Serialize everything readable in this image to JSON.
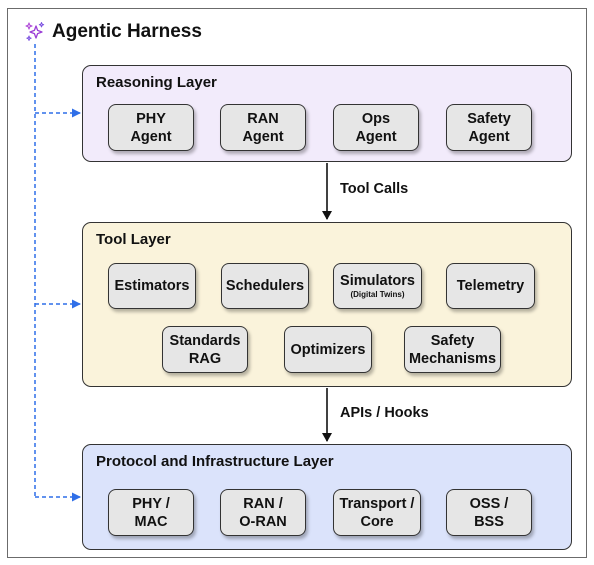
{
  "title": "Agentic Harness",
  "layers": {
    "reasoning": {
      "title": "Reasoning Layer",
      "boxes": [
        {
          "line1": "PHY",
          "line2": "Agent"
        },
        {
          "line1": "RAN",
          "line2": "Agent"
        },
        {
          "line1": "Ops",
          "line2": "Agent"
        },
        {
          "line1": "Safety",
          "line2": "Agent"
        }
      ]
    },
    "tool": {
      "title": "Tool Layer",
      "boxes": [
        {
          "line1": "Estimators"
        },
        {
          "line1": "Schedulers"
        },
        {
          "line1": "Simulators",
          "line2": "(Digital Twins)"
        },
        {
          "line1": "Telemetry"
        },
        {
          "line1": "Standards",
          "line2": "RAG"
        },
        {
          "line1": "Optimizers"
        },
        {
          "line1": "Safety",
          "line2": "Mechanisms"
        }
      ]
    },
    "protocol": {
      "title": "Protocol and Infrastructure Layer",
      "boxes": [
        {
          "line1": "PHY /",
          "line2": "MAC"
        },
        {
          "line1": "RAN /",
          "line2": "O-RAN"
        },
        {
          "line1": "Transport /",
          "line2": "Core"
        },
        {
          "line1": "OSS /",
          "line2": "BSS"
        }
      ]
    }
  },
  "connections": {
    "reasoning_to_tool": "Tool Calls",
    "tool_to_protocol": "APIs / Hooks"
  },
  "icons": {
    "title_icon": "sparkles-icon"
  },
  "colors": {
    "reasoning_bg": "#f2ebfb",
    "tool_bg": "#faf3db",
    "protocol_bg": "#dbe3fb",
    "harness_line": "#2f6fe8",
    "sparkle": "#9b3fd6"
  }
}
